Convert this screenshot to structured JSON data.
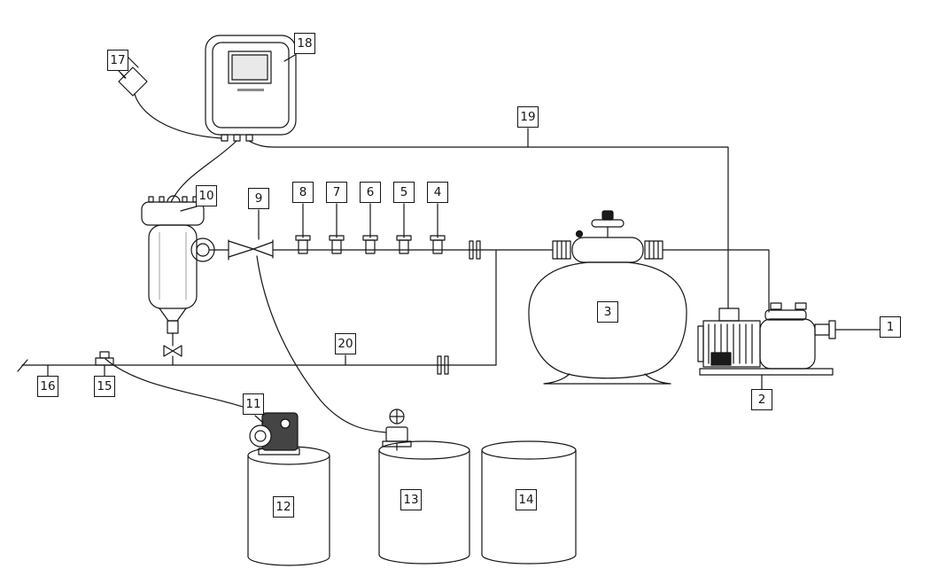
{
  "diagram": {
    "labels": [
      "1",
      "2",
      "3",
      "4",
      "5",
      "6",
      "7",
      "8",
      "9",
      "10",
      "11",
      "12",
      "13",
      "14",
      "15",
      "16",
      "17",
      "18",
      "19",
      "20"
    ],
    "colors": {
      "line": "#151515",
      "background": "#ffffff",
      "screen": "#e9e9e9"
    }
  }
}
